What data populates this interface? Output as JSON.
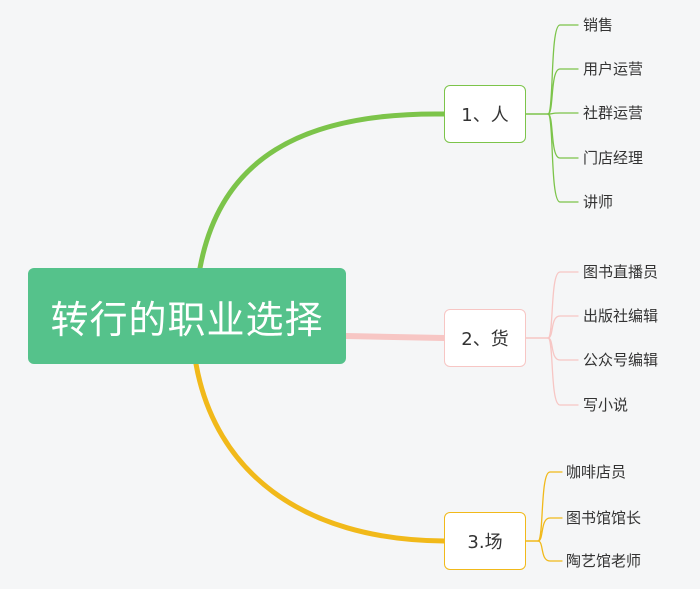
{
  "diagram": {
    "root": {
      "label": "转行的职业选择",
      "color": "#55c28b"
    },
    "branches": [
      {
        "label": "1、人",
        "color": "#7cc44a",
        "leaves": [
          "销售",
          "用户运营",
          "社群运营",
          "门店经理",
          "讲师"
        ]
      },
      {
        "label": "2、货",
        "color": "#f7c6c4",
        "leaves": [
          "图书直播员",
          "出版社编辑",
          "公众号编辑",
          "写小说"
        ]
      },
      {
        "label": "3.场",
        "color": "#f1b91a",
        "leaves": [
          "咖啡店员",
          "图书馆馆长",
          "陶艺馆老师"
        ]
      }
    ]
  }
}
